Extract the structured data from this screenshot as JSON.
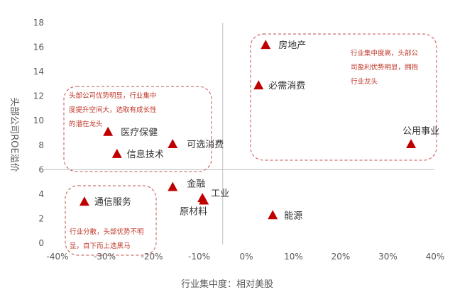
{
  "chart_data": {
    "type": "scatter",
    "xlabel": "行业集中度：相对美股",
    "ylabel": "头部公司ROE溢价",
    "xlim": [
      -40,
      40
    ],
    "ylim": [
      0,
      18
    ],
    "x_ticks": [
      "-40%",
      "-30%",
      "-20%",
      "-10%",
      "0%",
      "10%",
      "20%",
      "30%",
      "40%"
    ],
    "y_ticks": [
      "0",
      "2",
      "4",
      "6",
      "8",
      "10",
      "12",
      "14",
      "16",
      "18"
    ],
    "reference_lines": {
      "x": -5,
      "y": 6
    },
    "marker_color": "#c00000",
    "points": [
      {
        "name": "房地产",
        "x": 4.1,
        "y": 16.2
      },
      {
        "name": "必需消费",
        "x": 2.6,
        "y": 12.9
      },
      {
        "name": "公用事业",
        "x": 34.9,
        "y": 8.1
      },
      {
        "name": "医疗保健",
        "x": -29.3,
        "y": 9.1
      },
      {
        "name": "可选消费",
        "x": -15.6,
        "y": 8.1
      },
      {
        "name": "信息技术",
        "x": -27.4,
        "y": 7.3
      },
      {
        "name": "金融",
        "x": -15.6,
        "y": 4.6
      },
      {
        "name": "工业",
        "x": -9.3,
        "y": 3.7
      },
      {
        "name": "原材料",
        "x": -9.0,
        "y": 3.5
      },
      {
        "name": "通信服务",
        "x": -34.3,
        "y": 3.4
      },
      {
        "name": "能源",
        "x": 5.6,
        "y": 2.3
      }
    ],
    "annotations": [
      {
        "lines": [
          "头部公司优势明显，行业集中",
          "度提升空间大，选取有成长性",
          "的潜在龙头"
        ]
      },
      {
        "lines": [
          "行业集中度高，头部公",
          "司盈利优势明显，拥抱",
          "行业龙头"
        ]
      },
      {
        "lines": [
          "行业分散，头部优势不明",
          "显，自下而上选黑马"
        ]
      }
    ]
  }
}
